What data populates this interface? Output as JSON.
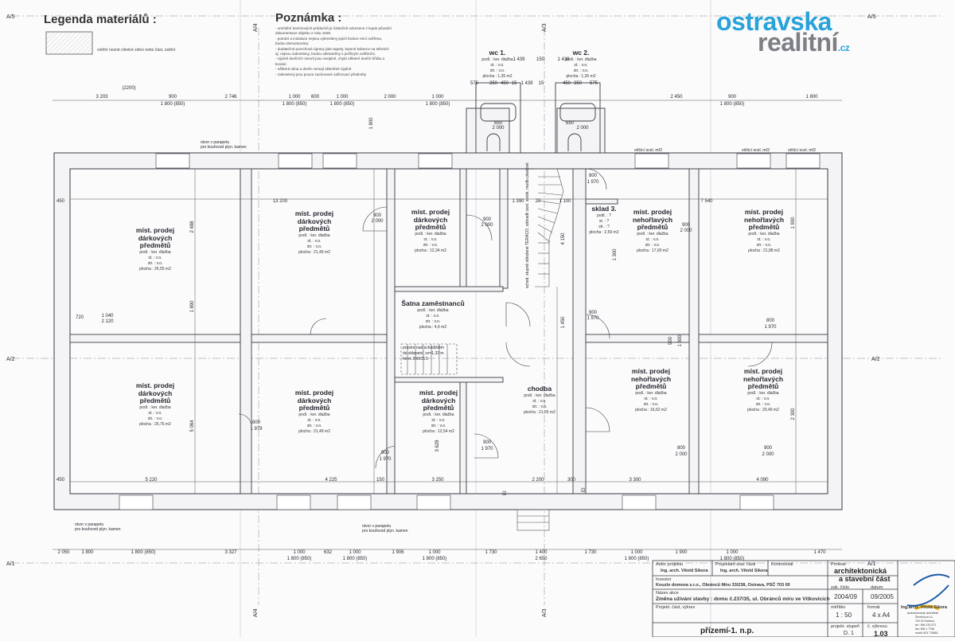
{
  "legend": {
    "title": "Legenda materiálů :",
    "item": "vnitřní nosné cihelné zdivo nebo část, ostění"
  },
  "notes": {
    "title": "Poznámka :",
    "lines": [
      "- umístění komínových průduchů je  částečně odvozeno  z kopie původní",
      "  dokumentace objektu z roku 1928.",
      "- potrubí a instalace nejsou vykresleny jejich funkce není ověřena,",
      "  budou demontovány",
      "- dodatečné povrchové úpravy jako tapety, lepené koberce na stěnách",
      "  aj. nejsou zakresleny, budou odstraněny s pečlivým ověřením.",
      "- výplně dveřních otvorů jsou neúplné, chybí některé dveřní křídla a",
      "  kování.",
      "- některá okna a dveře nemají skleněné výplně.",
      "- zakreslený jsou pouze zachované zařizovací předměty"
    ]
  },
  "logo": {
    "part1": "ostrav",
    "part2": "ska",
    "part3": "realitní",
    "tld": ".cz"
  },
  "axes": {
    "a1": "A/1",
    "a2": "A/2",
    "a3": "A/3",
    "a4": "A/4",
    "a5": "A/5"
  },
  "rooms": {
    "r1": {
      "name1": "míst. prodej",
      "name2": "dárkových",
      "name3": "předmětů",
      "s1": "podl. : ker. dlažba",
      "s2": "st. : v.o.",
      "s3": "str. : v.o.",
      "area": "plocha : 26,55 m2"
    },
    "r2": {
      "name1": "míst. prodej",
      "name2": "dárkových",
      "name3": "předmětů",
      "s1": "podl. : ker. dlažba",
      "s2": "st. : v.o.",
      "s3": "str. : v.o.",
      "area": "plocha : 21,49 m2"
    },
    "r3": {
      "name1": "míst. prodej",
      "name2": "dárkových",
      "name3": "předmětů",
      "s1": "podl. : ker. dlažba",
      "s2": "st. : v.o.",
      "s3": "str. : v.o.",
      "area": "plocha : 12,34 m2"
    },
    "r4": {
      "name1": "sklad 3.",
      "s1": "podl. : ?",
      "s2": "st. : ?",
      "s3": "str. : ?",
      "area": "plocha : 2,59 m2"
    },
    "r5": {
      "name1": "míst. prodej",
      "name2": "nehořlavých",
      "name3": "předmětů",
      "s1": "podl. : ker. dlažba",
      "s2": "st. : v.o.",
      "s3": "str. : v.o.",
      "area": "plocha : 17,60 m2"
    },
    "r6": {
      "name1": "míst. prodej",
      "name2": "nehořlavých",
      "name3": "předmětů",
      "s1": "podl. : ker. dlažba",
      "s2": "st. : v.o.",
      "s3": "str. : v.o.",
      "area": "plocha : 21,88 m2"
    },
    "r7": {
      "name1": "Šatna zaměstnanců",
      "s1": "podl. : ker. dlažba",
      "s2": "st. : v.o.",
      "s3": "str. : v.o.",
      "area": "plocha : 4,6 m2"
    },
    "r8": {
      "name1": "míst. prodej",
      "name2": "dárkových",
      "name3": "předmětů",
      "s1": "podl. : ker. dlažba",
      "s2": "st. : v.o.",
      "s3": "str. : v.o.",
      "area": "plocha : 26,76 m2"
    },
    "r9": {
      "name1": "míst. prodej",
      "name2": "dárkových",
      "name3": "předmětů",
      "s1": "podl. : ker. dlažba",
      "s2": "st. : v.o.",
      "s3": "str. : v.o.",
      "area": "plocha : 21,49 m2"
    },
    "r10": {
      "name1": "míst. prodej",
      "name2": "dárkových",
      "name3": "předmětů",
      "s1": "podl. : ker. dlažba",
      "s2": "st. : v.o.",
      "s3": "str. : v.o.",
      "area": "plocha : 12,54 m2"
    },
    "r11": {
      "name1": "chodba",
      "s1": "podl. : ker. dlažba",
      "s2": "st. : v.o.",
      "s3": "str. : v.o.",
      "area": "plocha : 21,55 m2"
    },
    "r12": {
      "name1": "míst. prodej",
      "name2": "nehořlavých",
      "name3": "předmětů",
      "s1": "podl. : ker. dlažba",
      "s2": "st. : v.o.",
      "s3": "str. : v.o.",
      "area": "plocha : 16,62 m2"
    },
    "r13": {
      "name1": "míst. prodej",
      "name2": "nehořlavých",
      "name3": "předmětů",
      "s1": "podl. : ker. dlažba",
      "s2": "st. : v.o.",
      "s3": "str. : v.o.",
      "area": "plocha : 20,49 m2"
    },
    "wc1": {
      "name1": "wc 1.",
      "s1": "podl. : ker. dlažba",
      "s2": "st. : v.o.",
      "s3": "str. : v.o.",
      "area": "plocha : 1,35 m2"
    },
    "wc2": {
      "name1": "wc 2.",
      "s1": "podl. : ker. dlažba",
      "s2": "st. : v.o.",
      "s3": "str. : v.o.",
      "area": "plocha : 1,35 m2"
    }
  },
  "dims": {
    "top": [
      "3 203",
      "900",
      "1 800 (850)",
      "2 746",
      "1 000",
      "1 800 (850)",
      "600",
      "1 000",
      "1 800 (850)",
      "2 000",
      "1 000",
      "1 800 (850)",
      "2 450",
      "900",
      "1 800 (850)",
      "1 800"
    ],
    "top_extra": "(2200)",
    "wc_top": [
      "1 439",
      "150",
      "1 439"
    ],
    "wc_row": [
      "575",
      "350",
      "450",
      "15",
      "1 439",
      "15",
      "450",
      "350",
      "575"
    ],
    "wc_row2": [
      "650",
      "2 000",
      "2 000",
      "650"
    ],
    "bottom": [
      "2 050",
      "1 800",
      "1 800 (850)",
      "3 327",
      "1 000",
      "1 800 (850)",
      "632",
      "1 000",
      "1 800 (850)",
      "1 906",
      "1 000",
      "1 800 (850)",
      "1 730",
      "1 400",
      "2 650",
      "1 730",
      "1 000",
      "1 800 (850)",
      "1 900",
      "1 000",
      "1 800 (850)",
      "1 470"
    ],
    "inner_top": [
      "450",
      "13 200",
      "1 390",
      "20",
      "1 100",
      "7 540"
    ],
    "inner_bottom": [
      "450",
      "5 220",
      "4 225",
      "150",
      "3 250",
      "2 200",
      "300",
      "3 300",
      "4 090"
    ],
    "side": [
      "1 800",
      "1 890",
      "5 064",
      "3 628",
      "2 488",
      "1 300",
      "4 150",
      "1 450",
      "900",
      "1 800",
      "1 900",
      "2 300"
    ],
    "doors": [
      "900",
      "2 000",
      "900",
      "2 000",
      "900",
      "2 000",
      "900",
      "1 970",
      "900",
      "1 970",
      "900",
      "1 970",
      "800",
      "1 979",
      "800",
      "1 970",
      "800",
      "2 000",
      "900",
      "2 000",
      "720",
      "1 040",
      "2 120",
      "800",
      "1 970"
    ]
  },
  "annot": {
    "flue1": "otvor v parapetu",
    "flue1b": "pro kouřovod plyn. kamen",
    "flue2": "otvor v parapetu",
    "flue2b": "pro kouřovod plyn. kamen",
    "flue3": "otvor v parapetu",
    "flue3b": "pro kouřovod plyn. kamen",
    "heater1": "věšící ocel. mř2",
    "heater2": "věšící ocel. mř2",
    "heater3": "věšící ocel. mř2",
    "stairs": "schod. stupně obložené TERACO, zábradlí ocel. svislé, madlo plastové",
    "stairs2": "prostor nad schodištěm",
    "stairs3": "do sklepení, sv=1,32 m",
    "stairs4": "hmm 200/25.5",
    "ex1": "EI",
    "ex2": "EI"
  },
  "title_block": {
    "author_label": "Autor projektu",
    "author": "Ing. arch. Vítold Sikora",
    "proj_label": "Projektant stav. části",
    "proj": "Ing. arch. Vítold Sikora",
    "check_label": "Kontroloval",
    "prof_label": "Profese",
    "profession1": "architektonická",
    "profession2": "a stavební část",
    "investor_label": "Investor",
    "investor": "Kouzlo domova s.r.o., Obránců Míru 33/238, Ostrava, PSČ 703 00",
    "stage_label": "Název akce",
    "project": "Změna užívání stavby : domu č.237/35, ul. Obránců míru ve Vítkovicích",
    "part_label": "Projekt. část, výkres",
    "drawing": "přízemí-1. n.p.",
    "zak_label": "zak. číslo",
    "date_label": "datum",
    "zak": "2004/09",
    "date": "09/2005",
    "scale_label": "měřítko",
    "format_label": "formát",
    "scale": "1 : 50",
    "format": "4 x A4",
    "stage2_label": "projekt. stupeň",
    "num_label": "č. výkresu",
    "stage": "D. 1",
    "num": "1.03",
    "office1": "Ing.arch. Vítold Sikora",
    "office2": "autorizovaný architekt",
    "office3": "Žerotínova 14,",
    "office4": "702 00 Ostrava",
    "office5": "tel.: 596 133 072",
    "office6": "fax: 596 1 7796",
    "office7": "mobil: 603 776851"
  },
  "colors": {
    "line": "#3a3a44",
    "wall": "#f4f4f6",
    "logo_blue": "#29a3d9",
    "logo_gray": "#7d7f84"
  }
}
